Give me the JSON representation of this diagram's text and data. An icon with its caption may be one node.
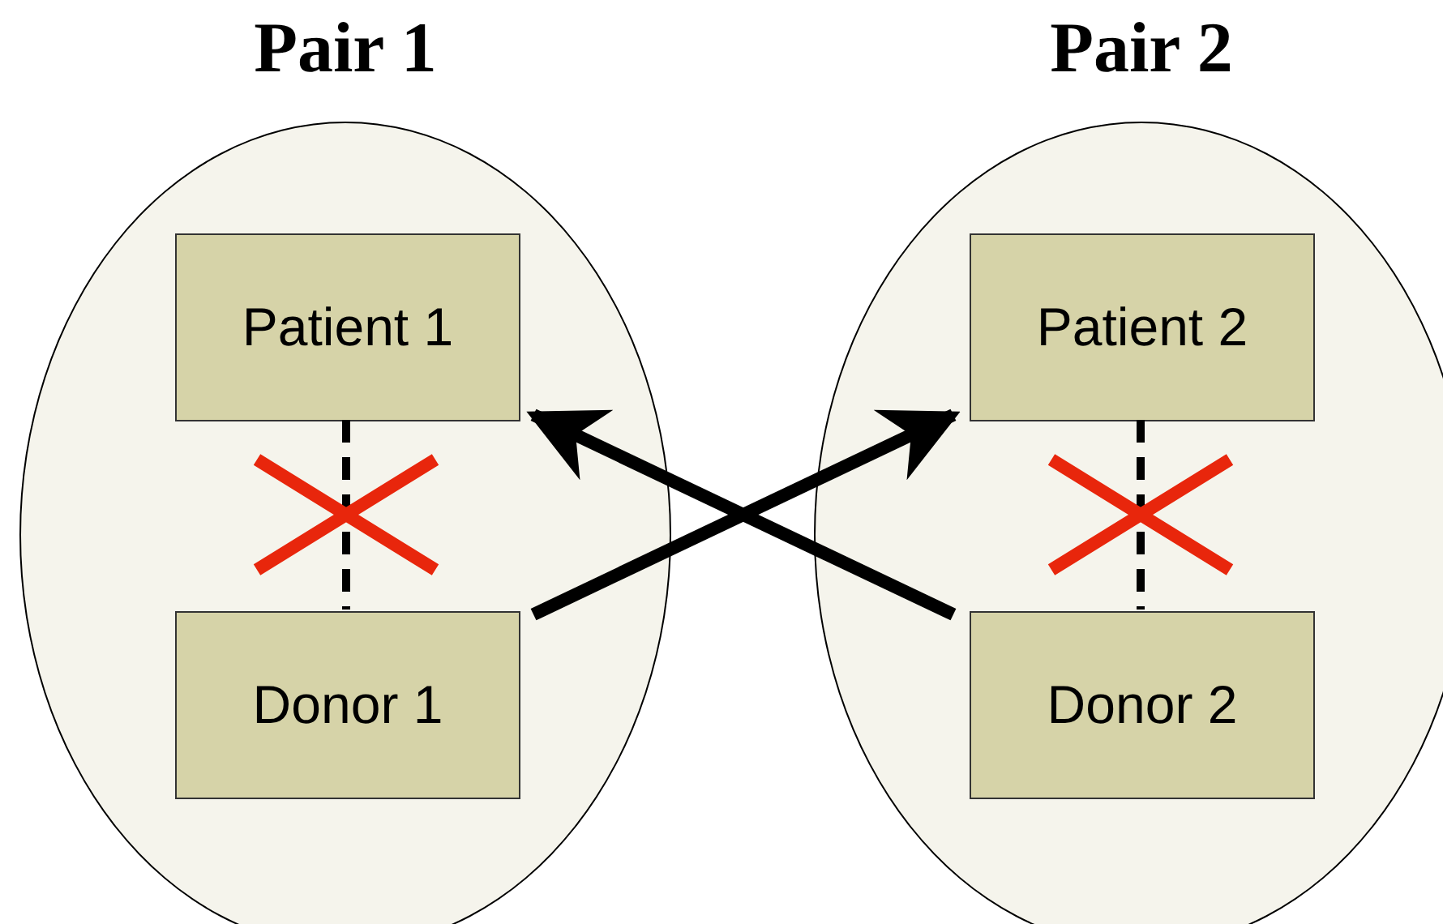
{
  "diagram": {
    "nodes": [
      {
        "text": [
          "Pair 1"
        ]
      },
      {
        "text": [
          "Patient 1"
        ],
        "in": 0
      },
      {
        "text": [
          "Donor 1"
        ],
        "in": 0
      },
      {
        "text": [
          "Pair 2"
        ]
      },
      {
        "text": [
          "Patient 2"
        ],
        "in": 3
      },
      {
        "text": [
          "Donor 2"
        ],
        "in": 3
      }
    ],
    "edges": [
      {
        "from": 1,
        "to": 2,
        "arrow": "none",
        "style": "dashed"
      },
      {
        "from": 4,
        "to": 5,
        "arrow": "none",
        "style": "dashed"
      },
      {
        "from": 2,
        "to": 4,
        "arrow": "to"
      },
      {
        "from": 5,
        "to": 1,
        "arrow": "to"
      }
    ]
  }
}
